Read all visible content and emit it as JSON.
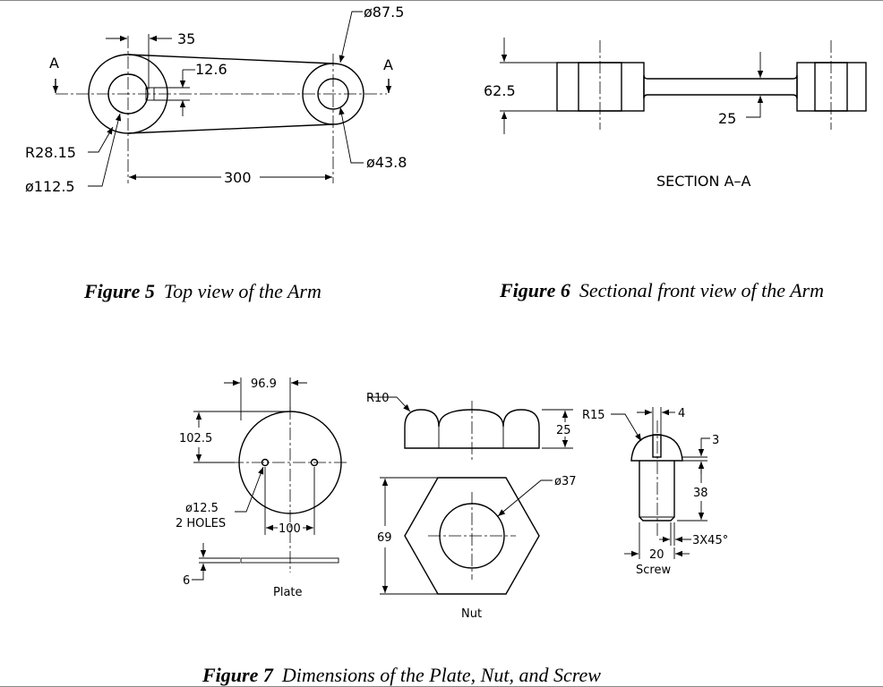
{
  "figures": {
    "fig5": {
      "label": "Figure 5",
      "title": "Top view of the Arm",
      "dims": {
        "d35": "35",
        "d87_5": "ø87.5",
        "d12_6": "12.6",
        "secA_left": "A",
        "secA_right": "A",
        "r28": "R28.15",
        "d112": "ø112.5",
        "d300": "300",
        "d43": "ø43.8"
      }
    },
    "fig6": {
      "label": "Figure 6",
      "title": "Sectional front view of the Arm",
      "dims": {
        "d62_5": "62.5",
        "d25": "25",
        "section": "SECTION  A–A"
      }
    },
    "fig7": {
      "label": "Figure 7",
      "title": "Dimensions of the Plate, Nut, and Screw",
      "plate": {
        "name": "Plate",
        "d96_9": "96.9",
        "d102_5": "102.5",
        "d12_5": "ø12.5",
        "holes": "2 HOLES",
        "d100": "100",
        "d6": "6"
      },
      "nut": {
        "name": "Nut",
        "r10": "R10",
        "d25": "25",
        "d37": "ø37",
        "d69": "69"
      },
      "screw": {
        "name": "Screw",
        "r15": "R15",
        "d4": "4",
        "d3": "3",
        "d38": "38",
        "chamfer": "3X45°",
        "d20": "20"
      }
    }
  }
}
